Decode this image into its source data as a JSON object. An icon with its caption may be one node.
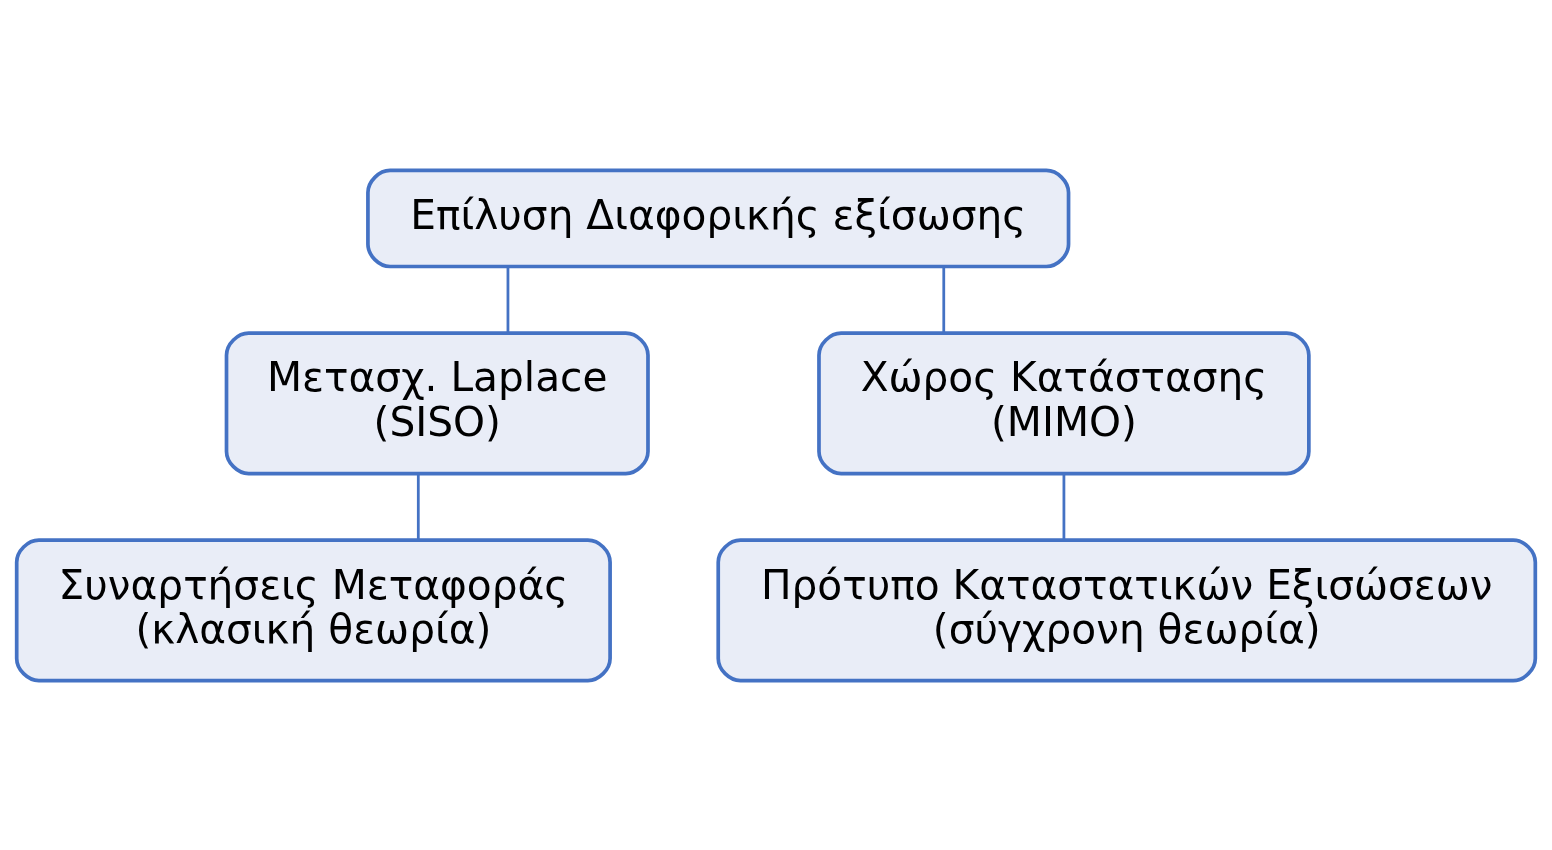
{
  "diagram": {
    "nodes": [
      {
        "text": [
          "Επίλυση Διαφορικής εξίσωσης"
        ]
      },
      {
        "text": [
          "Μετασχ. Laplace",
          "(SISO)"
        ]
      },
      {
        "text": [
          "Χώρος Κατάστασης",
          "(MIMO)"
        ]
      },
      {
        "text": [
          "Συναρτήσεις Μεταφοράς",
          "(κλασική θεωρία)"
        ]
      },
      {
        "text": [
          "Πρότυπο Καταστατικών Εξισώσεων",
          "(σύγχρονη θεωρία)"
        ]
      }
    ],
    "edges": [
      {
        "from": 0,
        "to": 1,
        "arrow": "none"
      },
      {
        "from": 0,
        "to": 2,
        "arrow": "none"
      },
      {
        "from": 1,
        "to": 3,
        "arrow": "none"
      },
      {
        "from": 2,
        "to": 4,
        "arrow": "none"
      }
    ]
  }
}
